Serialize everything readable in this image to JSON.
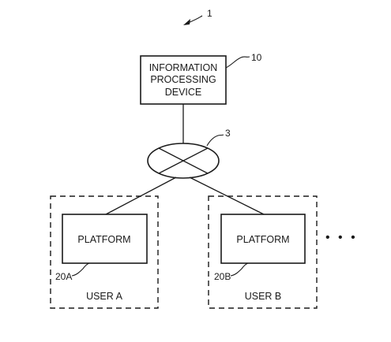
{
  "diagram": {
    "system_ref": "1",
    "device": {
      "lines": [
        "INFORMATION",
        "PROCESSING",
        "DEVICE"
      ],
      "ref": "10"
    },
    "network": {
      "ref": "3"
    },
    "users": [
      {
        "user_label": "USER A",
        "platform_label": "PLATFORM",
        "platform_ref": "20A"
      },
      {
        "user_label": "USER B",
        "platform_label": "PLATFORM",
        "platform_ref": "20B"
      }
    ],
    "more_indicator": "• • •"
  }
}
